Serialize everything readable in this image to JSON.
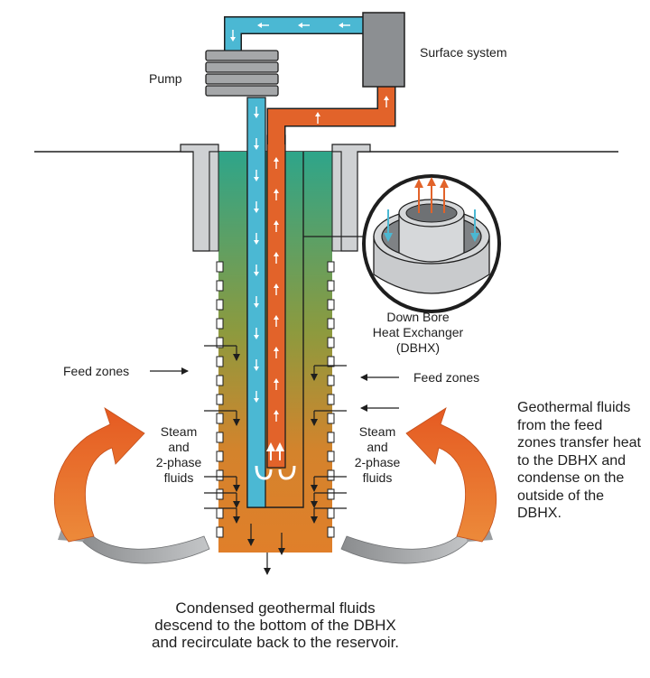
{
  "labels": {
    "pump": "Pump",
    "surface_system": "Surface system",
    "dbhx_line1": "Down Bore",
    "dbhx_line2": "Heat Exchanger",
    "dbhx_line3": "(DBHX)",
    "feed_zones_left": "Feed zones",
    "feed_zones_right": "Feed zones",
    "steam_left_1": "Steam",
    "steam_left_2": "and",
    "steam_left_3": "2-phase",
    "steam_left_4": "fluids",
    "steam_right_1": "Steam",
    "steam_right_2": "and",
    "steam_right_3": "2-phase",
    "steam_right_4": "fluids"
  },
  "notes": {
    "right_text": "Geothermal fluids from the feed zones transfer heat to the DBHX and condense on the outside of the DBHX.",
    "bottom_text": "Condensed geothermal fluids descend to the bottom of the DBHX and recirculate back to the reservoir."
  },
  "colors": {
    "cold_fluid": "#4bb8d3",
    "hot_fluid": "#e2632a",
    "well_top": "#2ea58a",
    "well_bottom": "#e07f2a",
    "casing": "#cfd1d3",
    "surface_box": "#8c8f92",
    "curved_arrow_orange": "#e2632a",
    "curved_arrow_gray": "#9a9c9e"
  }
}
